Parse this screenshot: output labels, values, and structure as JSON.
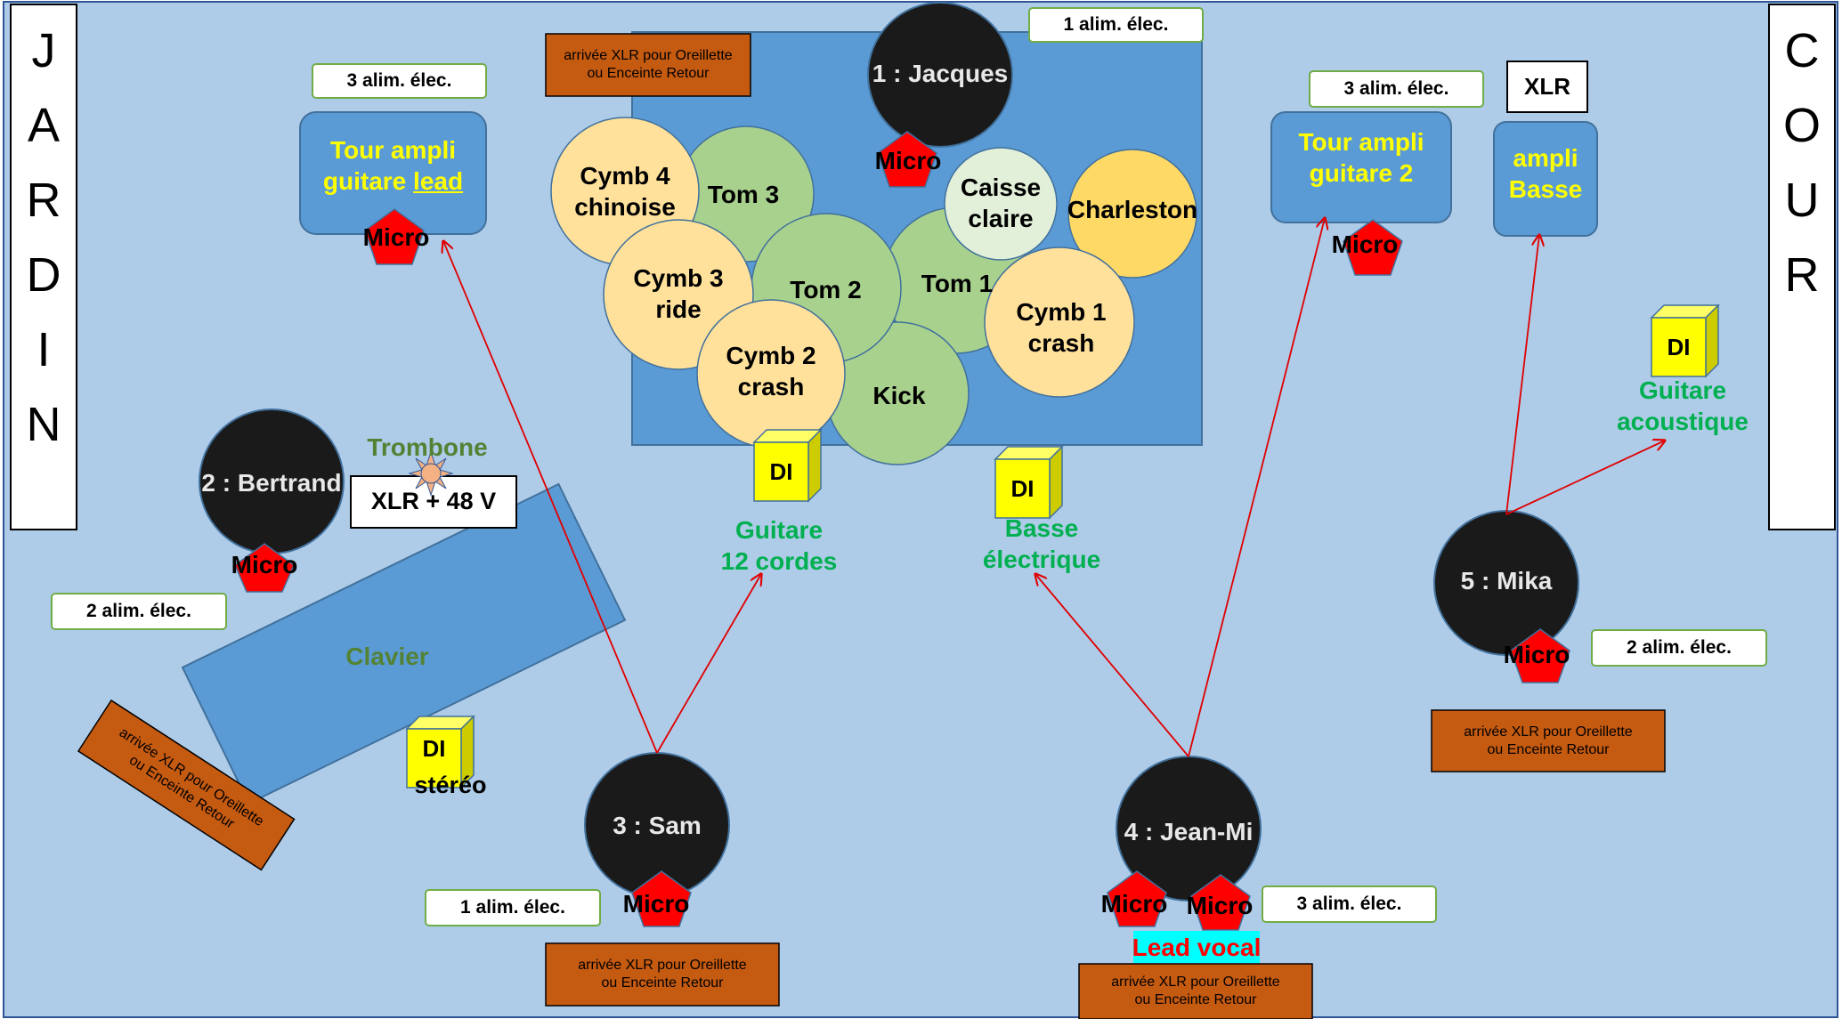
{
  "sides": {
    "left": [
      "J",
      "A",
      "R",
      "D",
      "I",
      "N"
    ],
    "right": [
      "C",
      "O",
      "U",
      "R"
    ]
  },
  "musicians": {
    "jacques": "1 : Jacques",
    "bertrand": "2 : Bertrand",
    "sam": "3 : Sam",
    "jeanmi": "4 : Jean-Mi",
    "mika": "5 : Mika"
  },
  "drums": {
    "cymb4": "Cymb 4\nchinoise",
    "tom3": "Tom 3",
    "cymb3": "Cymb 3\nride",
    "tom2": "Tom 2",
    "cymb2": "Cymb 2\ncrash",
    "kick": "Kick",
    "caisse": "Caisse\nclaire",
    "tom1": "Tom 1",
    "charleston": "Charleston",
    "cymb1": "Cymb 1\ncrash"
  },
  "amps": {
    "lead": {
      "line1": "Tour ampli",
      "line2a": "guitare ",
      "line2b": "lead"
    },
    "guitar2": "Tour ampli\nguitare 2",
    "bass": "ampli\nBasse"
  },
  "micro": "Micro",
  "di": "DI",
  "power": {
    "p3_lead": "3 alim. élec.",
    "p1_drums": "1 alim. élec.",
    "p3_g2": "3 alim. élec.",
    "p2_bertrand": "2 alim. élec.",
    "p2_mika": "2 alim. élec.",
    "p1_sam": "1 alim. élec.",
    "p3_jeanmi": "3 alim. élec."
  },
  "xlr_return": "arrivée XLR pour  Oreillette\nou Enceinte Retour",
  "xlr": "XLR",
  "xlr48": "XLR + 48 V",
  "instruments": {
    "trombone": "Trombone",
    "clavier": "Clavier",
    "stereo": "stéréo",
    "guitare12": "Guitare\n12 cordes",
    "basse": "Basse\nélectrique",
    "acoustique": "Guitare\nacoustique"
  },
  "lead_vocal": "Lead vocal",
  "colors": {
    "background": "#aecbe8",
    "drum_platform": "#5b9bd5",
    "musician": "#1a1a1a",
    "micro": "#ff0000",
    "cymbal": "#ffe19b",
    "tom": "#a9d18e",
    "amp_text": "#ffff00",
    "instrument_text": "#00b050",
    "xlr_box": "#c55a11",
    "di": "#ffff00",
    "arrow": "#e00000",
    "lead_vocal_bg": "#00ffff",
    "lead_vocal_text": "#ff0000",
    "label_green": "#548235"
  }
}
